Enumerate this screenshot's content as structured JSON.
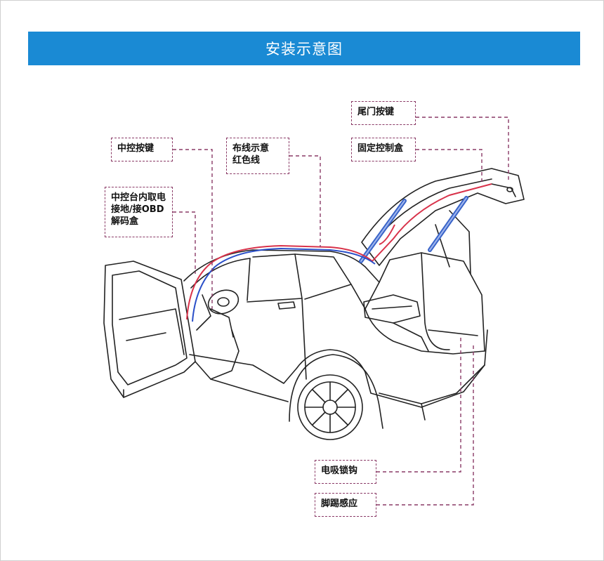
{
  "title": "安装示意图",
  "callouts": {
    "center_button": [
      "中控按键"
    ],
    "center_power": [
      "中控台内取电",
      "接地/接OBD",
      "解码盒"
    ],
    "wiring": [
      "布线示意",
      "红色线"
    ],
    "tail_button": [
      "尾门按键"
    ],
    "control_box": [
      "固定控制盒"
    ],
    "latch": [
      "电吸锁钩"
    ],
    "foot_sensor": [
      "脚踢感应"
    ]
  },
  "colors": {
    "header": "#1a8ad4",
    "dash": "#8a3a66",
    "wire_red": "#d8324a",
    "wire_blue": "#2a4fc8",
    "strut": "#3a64c8"
  }
}
